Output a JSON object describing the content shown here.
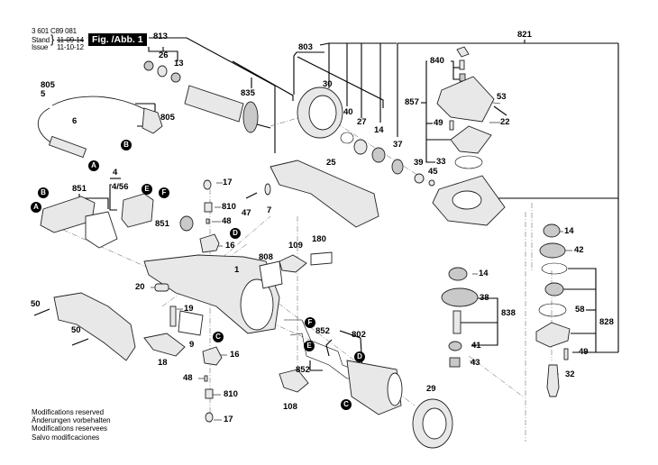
{
  "header": {
    "part_number": "3 601 C89 081",
    "stand_label": "Stand",
    "issue_label": "Issue",
    "stand_date": "11-09-14",
    "issue_date": "11-10-12",
    "figure_label": "Fig. /Abb. 1"
  },
  "notes": [
    "Modifications reserved",
    "Änderungen vorbehalten",
    "Modifications reservees",
    "Salvo modificaciones"
  ],
  "connectors": [
    "A",
    "B",
    "C",
    "D",
    "E",
    "F"
  ],
  "groups": {
    "813": [
      "26",
      "13"
    ],
    "803": [
      "30",
      "40",
      "27",
      "14",
      "37"
    ],
    "821": [
      "803",
      "857",
      "828"
    ],
    "840": [],
    "857": [
      "840",
      "49",
      "33"
    ],
    "838": [
      "38",
      "41"
    ],
    "828": [
      "58",
      "49"
    ],
    "851": [],
    "852": [],
    "802": [],
    "805": [
      "5"
    ]
  },
  "labels": {
    "l813": "813",
    "l26": "26",
    "l13": "13",
    "l835": "835",
    "l803": "803",
    "l30": "30",
    "l40": "40",
    "l27": "27",
    "l14a": "14",
    "l37": "37",
    "l39": "39",
    "l45": "45",
    "l821": "821",
    "l840": "840",
    "l857": "857",
    "l53": "53",
    "l49a": "49",
    "l22": "22",
    "l33": "33",
    "l805a": "805",
    "l5": "5",
    "l6": "6",
    "l805b": "805",
    "l4": "4",
    "l456": "4/56",
    "l851a": "851",
    "l851b": "851",
    "l17a": "17",
    "l810a": "810",
    "l48a": "48",
    "l16a": "16",
    "l25": "25",
    "l47": "47",
    "l7": "7",
    "l1": "1",
    "l109": "109",
    "l180": "180",
    "l808": "808",
    "l14b": "14",
    "l42": "42",
    "l14c": "14",
    "l38": "38",
    "l838": "838",
    "l58": "58",
    "l828": "828",
    "l41": "41",
    "l49b": "49",
    "l43": "43",
    "l32": "32",
    "l50a": "50",
    "l50b": "50",
    "l20": "20",
    "l19": "19",
    "l9": "9",
    "l18": "18",
    "l16b": "16",
    "l48b": "48",
    "l810b": "810",
    "l17b": "17",
    "l852a": "852",
    "l802": "802",
    "l852b": "852",
    "l108": "108",
    "l29": "29"
  }
}
